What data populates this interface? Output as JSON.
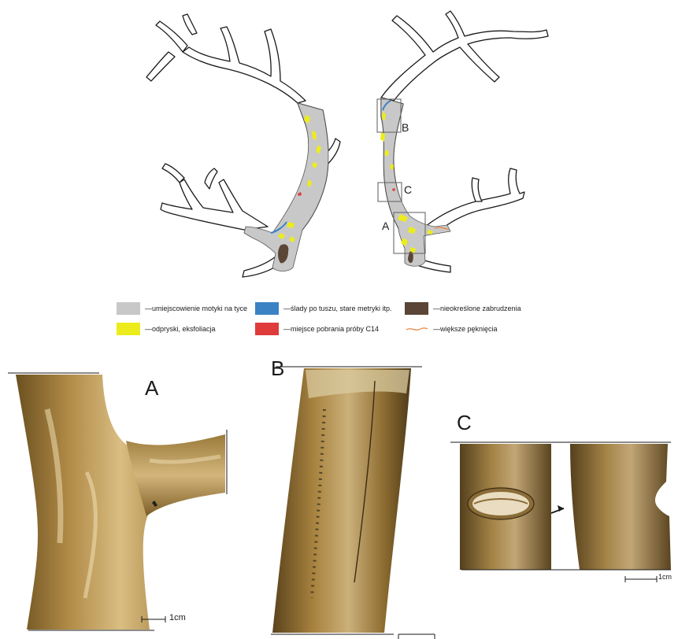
{
  "diagram": {
    "box_labels": {
      "a": "A",
      "b": "B",
      "c": "C"
    }
  },
  "legend": {
    "items": [
      {
        "key": "area",
        "text": "umiejscowienie motyki na tyce",
        "color": "#c8c8c8"
      },
      {
        "key": "ink",
        "text": "ślady po tuszu, stare metryki itp.",
        "color": "#3b82c4"
      },
      {
        "key": "dirt",
        "text": "nieokreślone zabrudzenia",
        "color": "#5a4536"
      },
      {
        "key": "flaking",
        "text": "odpryski, eksfoliacja",
        "color": "#ecec1c"
      },
      {
        "key": "sample",
        "text": "miejsce pobrania próby C14",
        "color": "#e03b3b"
      },
      {
        "key": "cracks",
        "text": "większe pęknięcia",
        "color": "#e8843c"
      }
    ]
  },
  "photos": {
    "a": {
      "letter": "A",
      "scale": "1cm"
    },
    "b": {
      "letter": "B"
    },
    "c": {
      "letter": "C",
      "scale": "1cm"
    }
  }
}
